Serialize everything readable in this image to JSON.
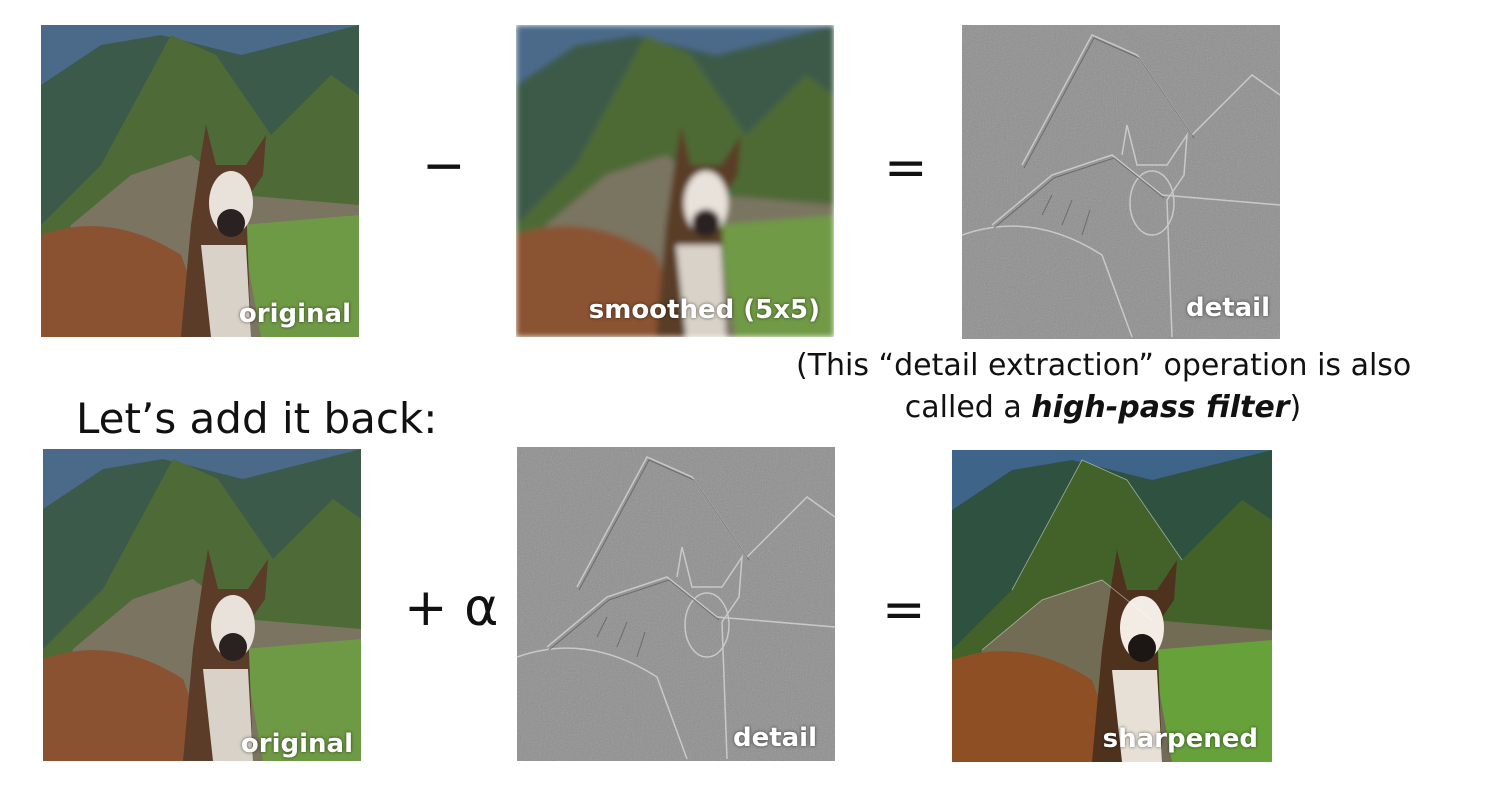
{
  "row1": {
    "panel1_caption": "original",
    "op1": "−",
    "panel2_caption": "smoothed (5x5)",
    "op2": "=",
    "panel3_caption": "detail"
  },
  "note": {
    "line1": "(This “detail extraction” operation is also",
    "line2_prefix": "called a ",
    "line2_em": "high-pass filter",
    "line2_suffix": ")"
  },
  "heading": "Let’s add it back:",
  "row2": {
    "panel1_caption": "original",
    "op1": "+ α",
    "panel2_caption": "detail",
    "op2": "=",
    "panel3_caption": "sharpened"
  }
}
